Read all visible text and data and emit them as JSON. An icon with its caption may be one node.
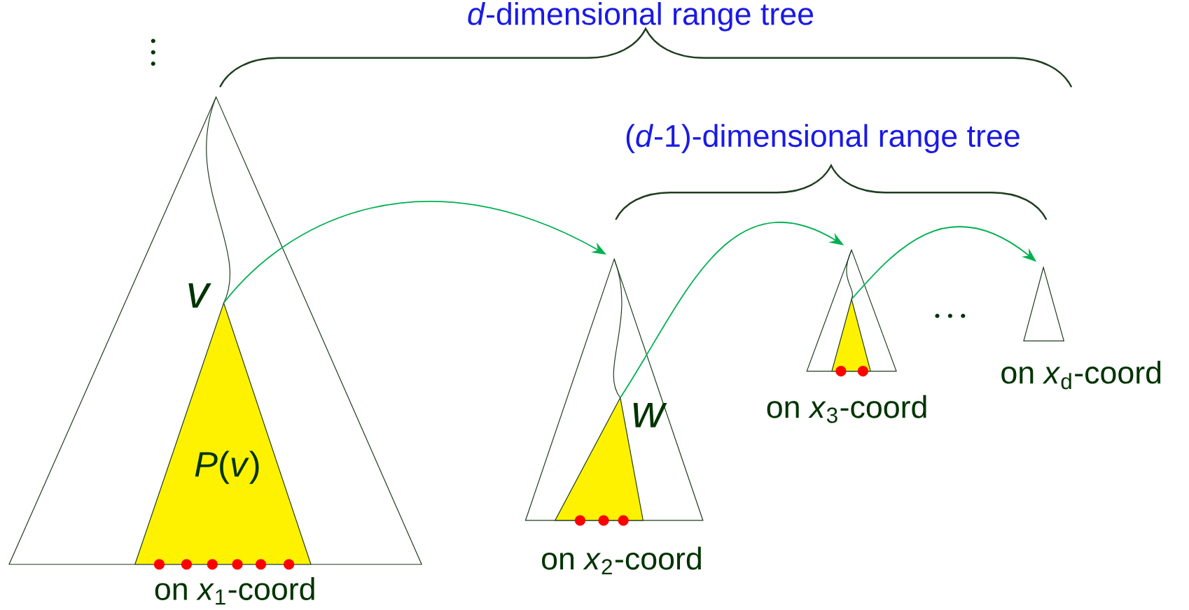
{
  "diagram": {
    "nodes": [
      {
        "text": [],
        "shape": "triangle",
        "beside": [
          "on *x*$_{1}$-coord"
        ]
      },
      {
        "text": [
          "*P*(*v*)"
        ],
        "beside": [
          "*v*"
        ],
        "in": 0
      },
      {
        "text": [],
        "shape": "triangle",
        "beside": [
          "on *x*$_{2}$-coord"
        ]
      },
      {
        "text": [],
        "shape": "triangle",
        "beside": [
          "*w*"
        ],
        "in": 2
      },
      {
        "text": [],
        "shape": "triangle",
        "beside": [
          "on *x*$_{3}$-coord"
        ]
      },
      {
        "text": [],
        "shape": "triangle",
        "in": 4
      },
      {
        "text": [],
        "shape": "triangle",
        "beside": [
          "on *x*$_{d}$-coord"
        ]
      }
    ],
    "edges": [
      {
        "from": 1,
        "to": 2,
        "arrow": "to"
      },
      {
        "from": 3,
        "to": 4,
        "arrow": "to"
      },
      {
        "from": 5,
        "to": 6,
        "arrow": "to"
      }
    ],
    "labels": [
      "*d*-dimensional range tree",
      "(*d*-1)-dimensional range tree"
    ]
  }
}
